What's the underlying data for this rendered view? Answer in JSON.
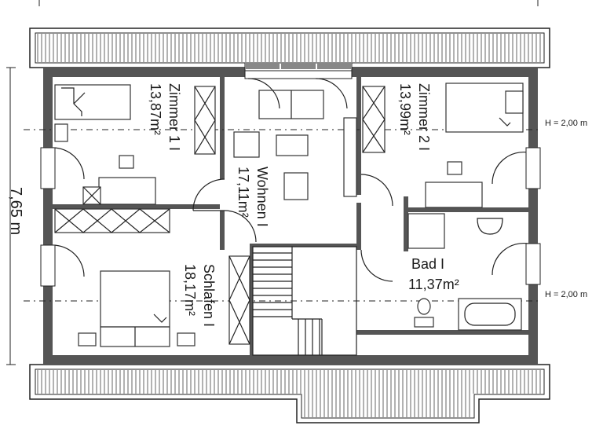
{
  "rooms": {
    "zimmer1": {
      "name": "Zimmer 1 I",
      "area": "13,87m²"
    },
    "zimmer2": {
      "name": "Zimmer 2 I",
      "area": "13,99m²"
    },
    "wohnen": {
      "name": "Wohnen I",
      "area": "17,11m²"
    },
    "schlafen": {
      "name": "Schlafen I",
      "area": "18,17m²"
    },
    "bad": {
      "name": "Bad I",
      "area": "11,37m²"
    }
  },
  "dimensions": {
    "depth": "7,65 m"
  },
  "height_lines": {
    "upper": "H = 2,00 m",
    "lower": "H = 2,00 m"
  },
  "colors": {
    "wall": "#555555",
    "line": "#222222",
    "background": "#ffffff"
  }
}
